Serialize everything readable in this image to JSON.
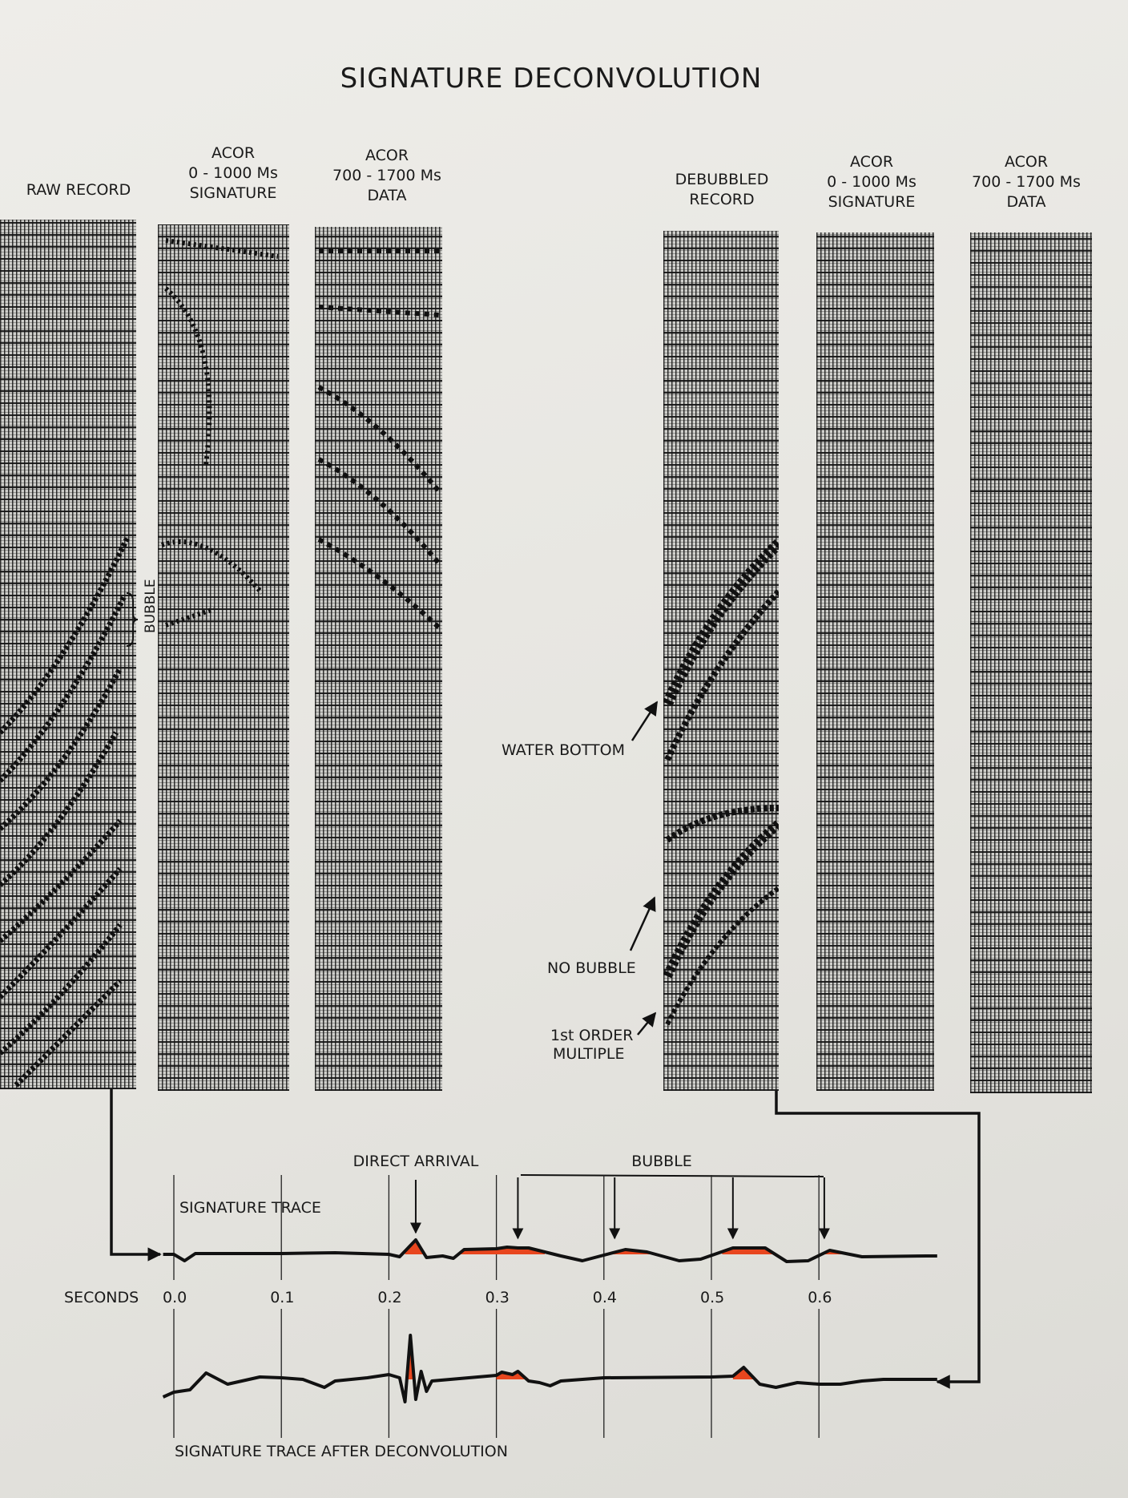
{
  "title": "SIGNATURE DECONVOLUTION",
  "panels": [
    {
      "lines": [
        "RAW RECORD"
      ]
    },
    {
      "lines": [
        "ACOR",
        "0 - 1000 Ms",
        "SIGNATURE"
      ]
    },
    {
      "lines": [
        "ACOR",
        "700 - 1700 Ms",
        "DATA"
      ]
    },
    {
      "lines": [
        "DEBUBBLED",
        "RECORD"
      ]
    },
    {
      "lines": [
        "ACOR",
        "0 - 1000 Ms",
        "SIGNATURE"
      ]
    },
    {
      "lines": [
        "ACOR",
        "700 - 1700 Ms",
        "DATA"
      ]
    }
  ],
  "annotations": {
    "bubble_vertical": "BUBBLE",
    "water_bottom": "WATER BOTTOM",
    "no_bubble": "NO BUBBLE",
    "first_order_1": "1st ORDER",
    "first_order_2": "MULTIPLE"
  },
  "traces": {
    "signature_trace_label": "SIGNATURE TRACE",
    "after_label": "SIGNATURE TRACE AFTER DECONVOLUTION",
    "direct_arrival_label": "DIRECT ARRIVAL",
    "bubble_label": "BUBBLE",
    "axis_label": "SECONDS",
    "ticks": [
      "0.0",
      "0.1",
      "0.2",
      "0.3",
      "0.4",
      "0.5",
      "0.6"
    ],
    "highlight_color": "#e8461e",
    "direct_arrival_time": 0.225,
    "bubble_arrow_times": [
      0.32,
      0.41,
      0.52,
      0.605
    ],
    "upper": {
      "points": [
        [
          -0.01,
          0
        ],
        [
          0,
          0
        ],
        [
          0.01,
          -0.8
        ],
        [
          0.02,
          0.1
        ],
        [
          0.1,
          0.1
        ],
        [
          0.15,
          0.2
        ],
        [
          0.2,
          0
        ],
        [
          0.21,
          -0.3
        ],
        [
          0.225,
          1.8
        ],
        [
          0.235,
          -0.4
        ],
        [
          0.25,
          -0.2
        ],
        [
          0.26,
          -0.5
        ],
        [
          0.27,
          0.6
        ],
        [
          0.3,
          0.7
        ],
        [
          0.31,
          0.9
        ],
        [
          0.32,
          0.8
        ],
        [
          0.33,
          0.8
        ],
        [
          0.36,
          -0.2
        ],
        [
          0.38,
          -0.8
        ],
        [
          0.42,
          0.6
        ],
        [
          0.44,
          0.3
        ],
        [
          0.47,
          -0.8
        ],
        [
          0.49,
          -0.6
        ],
        [
          0.52,
          0.8
        ],
        [
          0.55,
          0.8
        ],
        [
          0.57,
          -0.9
        ],
        [
          0.59,
          -0.8
        ],
        [
          0.61,
          0.5
        ],
        [
          0.64,
          -0.3
        ],
        [
          0.7,
          -0.2
        ],
        [
          0.71,
          -0.2
        ]
      ],
      "highlights": [
        [
          0.215,
          0.235
        ],
        [
          0.265,
          0.345
        ],
        [
          0.4,
          0.445
        ],
        [
          0.51,
          0.56
        ],
        [
          0.6,
          0.625
        ]
      ]
    },
    "lower": {
      "points": [
        [
          -0.01,
          -2.2
        ],
        [
          0,
          -1.6
        ],
        [
          0.015,
          -1.3
        ],
        [
          0.03,
          0.8
        ],
        [
          0.05,
          -0.6
        ],
        [
          0.08,
          0.3
        ],
        [
          0.1,
          0.2
        ],
        [
          0.12,
          0
        ],
        [
          0.14,
          -1.0
        ],
        [
          0.15,
          -0.2
        ],
        [
          0.18,
          0.2
        ],
        [
          0.2,
          0.6
        ],
        [
          0.21,
          0.2
        ],
        [
          0.215,
          -2.8
        ],
        [
          0.22,
          5.5
        ],
        [
          0.225,
          -2.5
        ],
        [
          0.23,
          1
        ],
        [
          0.235,
          -1.5
        ],
        [
          0.24,
          -0.2
        ],
        [
          0.3,
          0.5
        ],
        [
          0.305,
          0.9
        ],
        [
          0.315,
          0.6
        ],
        [
          0.32,
          1
        ],
        [
          0.33,
          -0.2
        ],
        [
          0.34,
          -0.4
        ],
        [
          0.35,
          -0.8
        ],
        [
          0.36,
          -0.2
        ],
        [
          0.4,
          0.2
        ],
        [
          0.5,
          0.3
        ],
        [
          0.52,
          0.4
        ],
        [
          0.53,
          1.5
        ],
        [
          0.545,
          -0.6
        ],
        [
          0.56,
          -1.0
        ],
        [
          0.58,
          -0.4
        ],
        [
          0.6,
          -0.6
        ],
        [
          0.62,
          -0.6
        ],
        [
          0.64,
          -0.2
        ],
        [
          0.66,
          0
        ],
        [
          0.71,
          0
        ]
      ],
      "highlights": [
        [
          0.215,
          0.225
        ],
        [
          0.3,
          0.33
        ],
        [
          0.52,
          0.54
        ]
      ]
    }
  }
}
